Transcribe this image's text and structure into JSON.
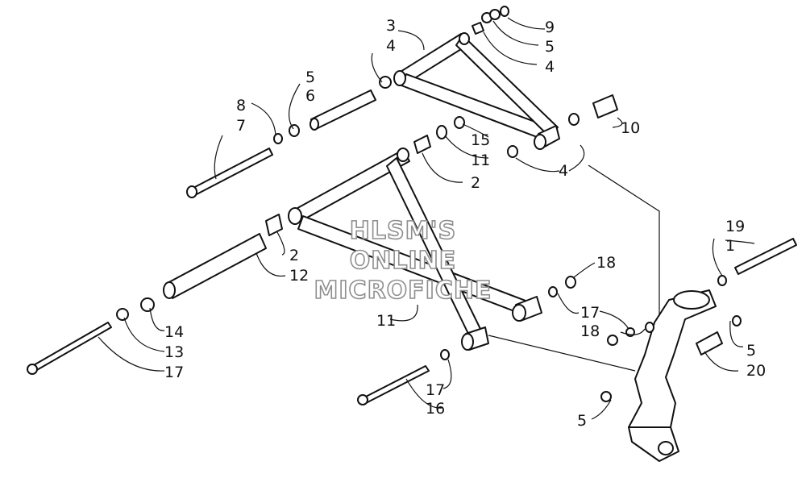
{
  "watermark": {
    "line1": "HLSM'S",
    "line2": "ONLINE",
    "line3": "MICROFICHE"
  },
  "callouts": [
    {
      "id": "c-9",
      "text": "9"
    },
    {
      "id": "c-5a",
      "text": "5"
    },
    {
      "id": "c-4a",
      "text": "4"
    },
    {
      "id": "c-3",
      "text": "3"
    },
    {
      "id": "c-4b",
      "text": "4"
    },
    {
      "id": "c-5b",
      "text": "5"
    },
    {
      "id": "c-6",
      "text": "6"
    },
    {
      "id": "c-8",
      "text": "8"
    },
    {
      "id": "c-7",
      "text": "7"
    },
    {
      "id": "c-15",
      "text": "15"
    },
    {
      "id": "c-11a",
      "text": "11"
    },
    {
      "id": "c-2a",
      "text": "2"
    },
    {
      "id": "c-10",
      "text": "10"
    },
    {
      "id": "c-4c",
      "text": "4"
    },
    {
      "id": "c-2b",
      "text": "2"
    },
    {
      "id": "c-12",
      "text": "12"
    },
    {
      "id": "c-18a",
      "text": "18"
    },
    {
      "id": "c-17a",
      "text": "17"
    },
    {
      "id": "c-19",
      "text": "19"
    },
    {
      "id": "c-1",
      "text": "1"
    },
    {
      "id": "c-11b",
      "text": "11"
    },
    {
      "id": "c-14",
      "text": "14"
    },
    {
      "id": "c-13",
      "text": "13"
    },
    {
      "id": "c-17b",
      "text": "17"
    },
    {
      "id": "c-18b",
      "text": "18"
    },
    {
      "id": "c-5c",
      "text": "5"
    },
    {
      "id": "c-20",
      "text": "20"
    },
    {
      "id": "c-17c",
      "text": "17"
    },
    {
      "id": "c-16",
      "text": "16"
    },
    {
      "id": "c-5d",
      "text": "5"
    }
  ]
}
